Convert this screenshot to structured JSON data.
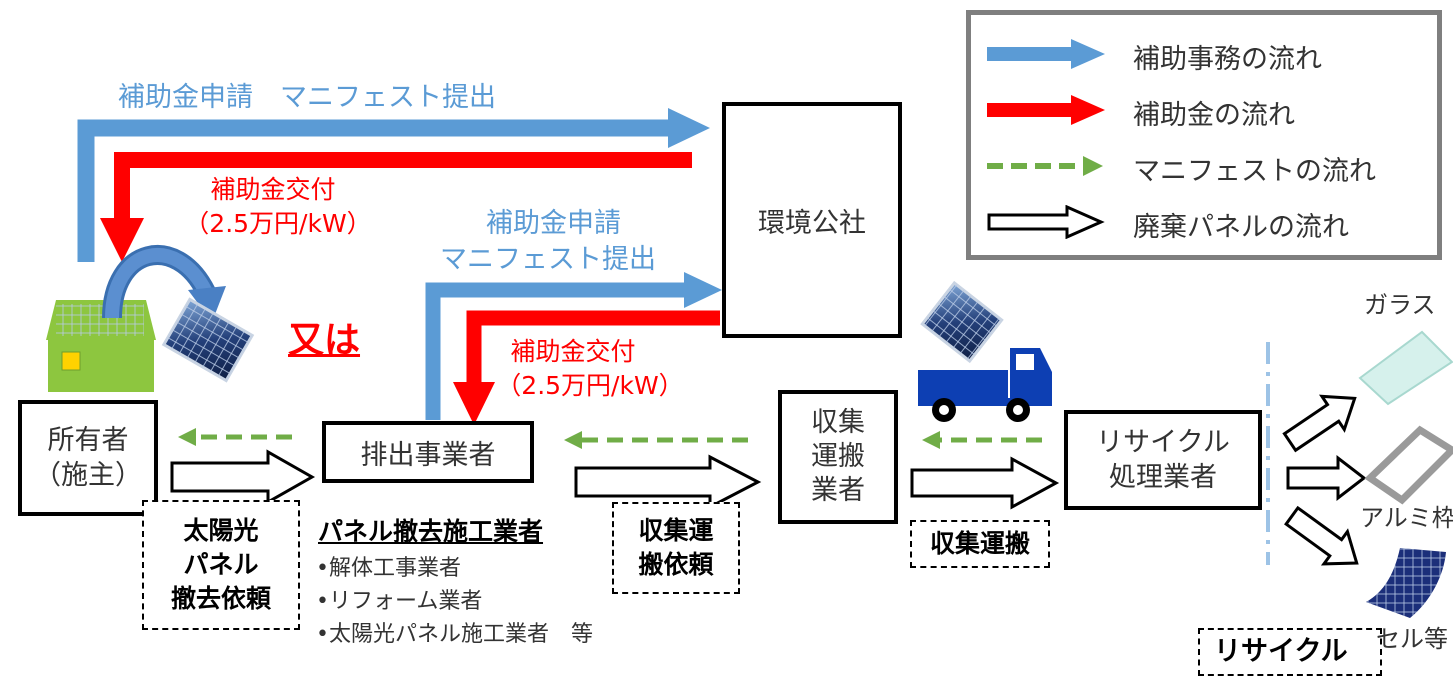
{
  "colors": {
    "admin_flow": "#5b9bd5",
    "subsidy_flow": "#ff0000",
    "manifest_flow": "#70ad47",
    "panel_flow": "#000000"
  },
  "legend": {
    "admin_flow": "補助事務の流れ",
    "subsidy_flow": "補助金の流れ",
    "manifest_flow": "マニフェストの流れ",
    "panel_flow": "廃棄パネルの流れ"
  },
  "top": {
    "application_label": "補助金申請　マニフェスト提出",
    "grant_label_1": "補助金交付",
    "grant_label_2": "（2.5万円/kW）"
  },
  "middle": {
    "application_label_1": "補助金申請",
    "application_label_2": "マニフェスト提出",
    "grant_label_1": "補助金交付",
    "grant_label_2": "（2.5万円/kW）",
    "or_label": "又は"
  },
  "nodes": {
    "agency": "環境公社",
    "owner": "所有者\n（施主）",
    "discharger": "排出事業者",
    "collector": "収集\n運搬\n業者",
    "recycler": "リサイクル\n処理業者"
  },
  "steps": {
    "removal_request": "太陽光\nパネル\n撤去依頼",
    "collection_request": "収集運\n搬依頼",
    "collection": "収集運搬",
    "recycle": "リサイクル"
  },
  "contractors": {
    "title": "パネル撤去施工業者",
    "items": [
      "•解体工事業者",
      "•リフォーム業者",
      "•太陽光パネル施工業者　等"
    ]
  },
  "outputs": {
    "glass": "ガラス",
    "aluminum": "アルミ枠",
    "cell": "セル等"
  }
}
